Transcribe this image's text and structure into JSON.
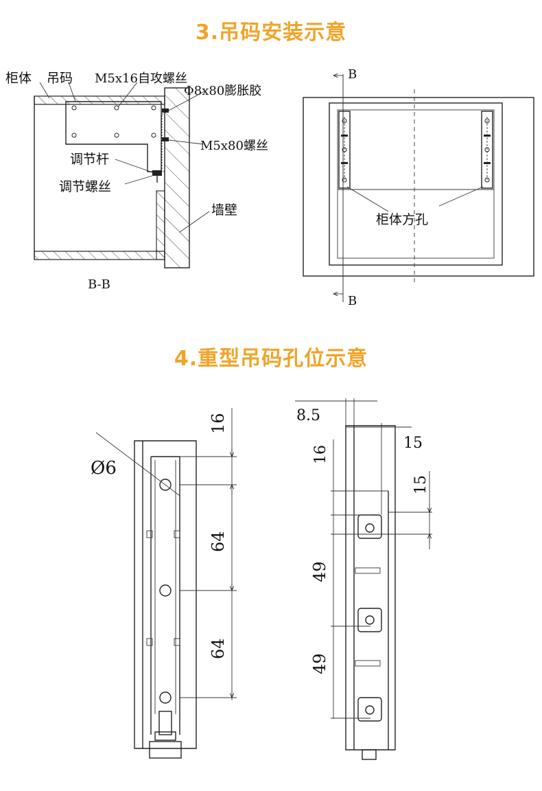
{
  "section3": {
    "title": "3.吊码安装示意",
    "labels": {
      "cabinet": "柜体",
      "hanger": "吊码",
      "screw_m5x16": "M5x16自攻螺丝",
      "anchor": "Φ8x80膨胀胶",
      "screw_m5x80": "M5x80螺丝",
      "adjust_rod": "调节杆",
      "adjust_screw": "调节螺丝",
      "wall": "墙壁",
      "section_name": "B-B",
      "cabinet_square_hole": "柜体方孔",
      "cut_top": "B",
      "cut_bottom": "B"
    }
  },
  "section4": {
    "title": "4.重型吊码孔位示意",
    "left_dims": {
      "hole_dia": "Ø6",
      "top": "16",
      "span1": "64",
      "span2": "64"
    },
    "right_dims": {
      "width_85": "8.5",
      "width_15": "15",
      "top_16": "16",
      "top_15": "15",
      "span1": "49",
      "span2": "49"
    }
  }
}
